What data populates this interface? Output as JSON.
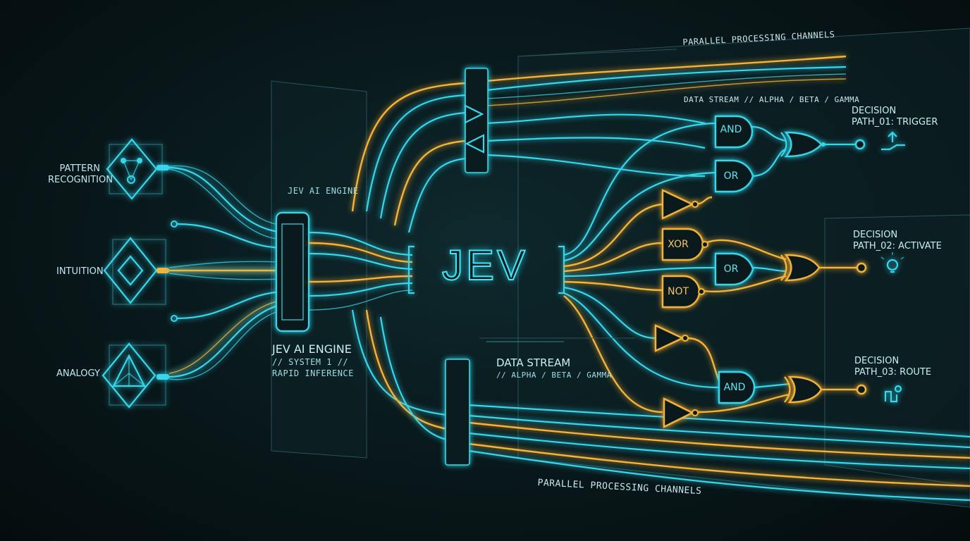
{
  "title": "JEV",
  "engine": {
    "panel_label": "JEV AI ENGINE",
    "name": "JEV AI ENGINE",
    "subtitle_1": "// SYSTEM 1 //",
    "subtitle_2": "RAPID INFERENCE"
  },
  "inputs": [
    {
      "label_line1": "PATTERN",
      "label_line2": "RECOGNITION",
      "icon": "network-diamond-icon"
    },
    {
      "label_line1": "INTUITION",
      "label_line2": "",
      "icon": "diamond-icon"
    },
    {
      "label_line1": "ANALOGY",
      "label_line2": "",
      "icon": "triangle-icon"
    }
  ],
  "channels": {
    "top_label": "PARALLEL PROCESSING CHANNELS",
    "bottom_label": "PARALLEL PROCESSING CHANNELS"
  },
  "data_streams": {
    "top": "DATA STREAM // ALPHA / BETA / GAMMA",
    "bottom_line1": "DATA STREAM",
    "bottom_line2": "// ALPHA / BETA / GAMMA"
  },
  "gates": {
    "and_top": "AND",
    "or_top": "OR",
    "xor": "XOR",
    "or_mid": "OR",
    "not_mid": "NOT",
    "and_bottom": "AND"
  },
  "decisions": [
    {
      "line1": "DECISION",
      "line2": "PATH_01: TRIGGER",
      "icon": "hand-upload-icon"
    },
    {
      "line1": "DECISION",
      "line2": "PATH_02: ACTIVATE",
      "icon": "lightbulb-icon"
    },
    {
      "line1": "DECISION",
      "line2": "PATH_03: ROUTE",
      "icon": "route-pin-icon"
    }
  ],
  "colors": {
    "cyan": "#39d6ea",
    "amber": "#f3b43c",
    "background": "#091a1d"
  }
}
